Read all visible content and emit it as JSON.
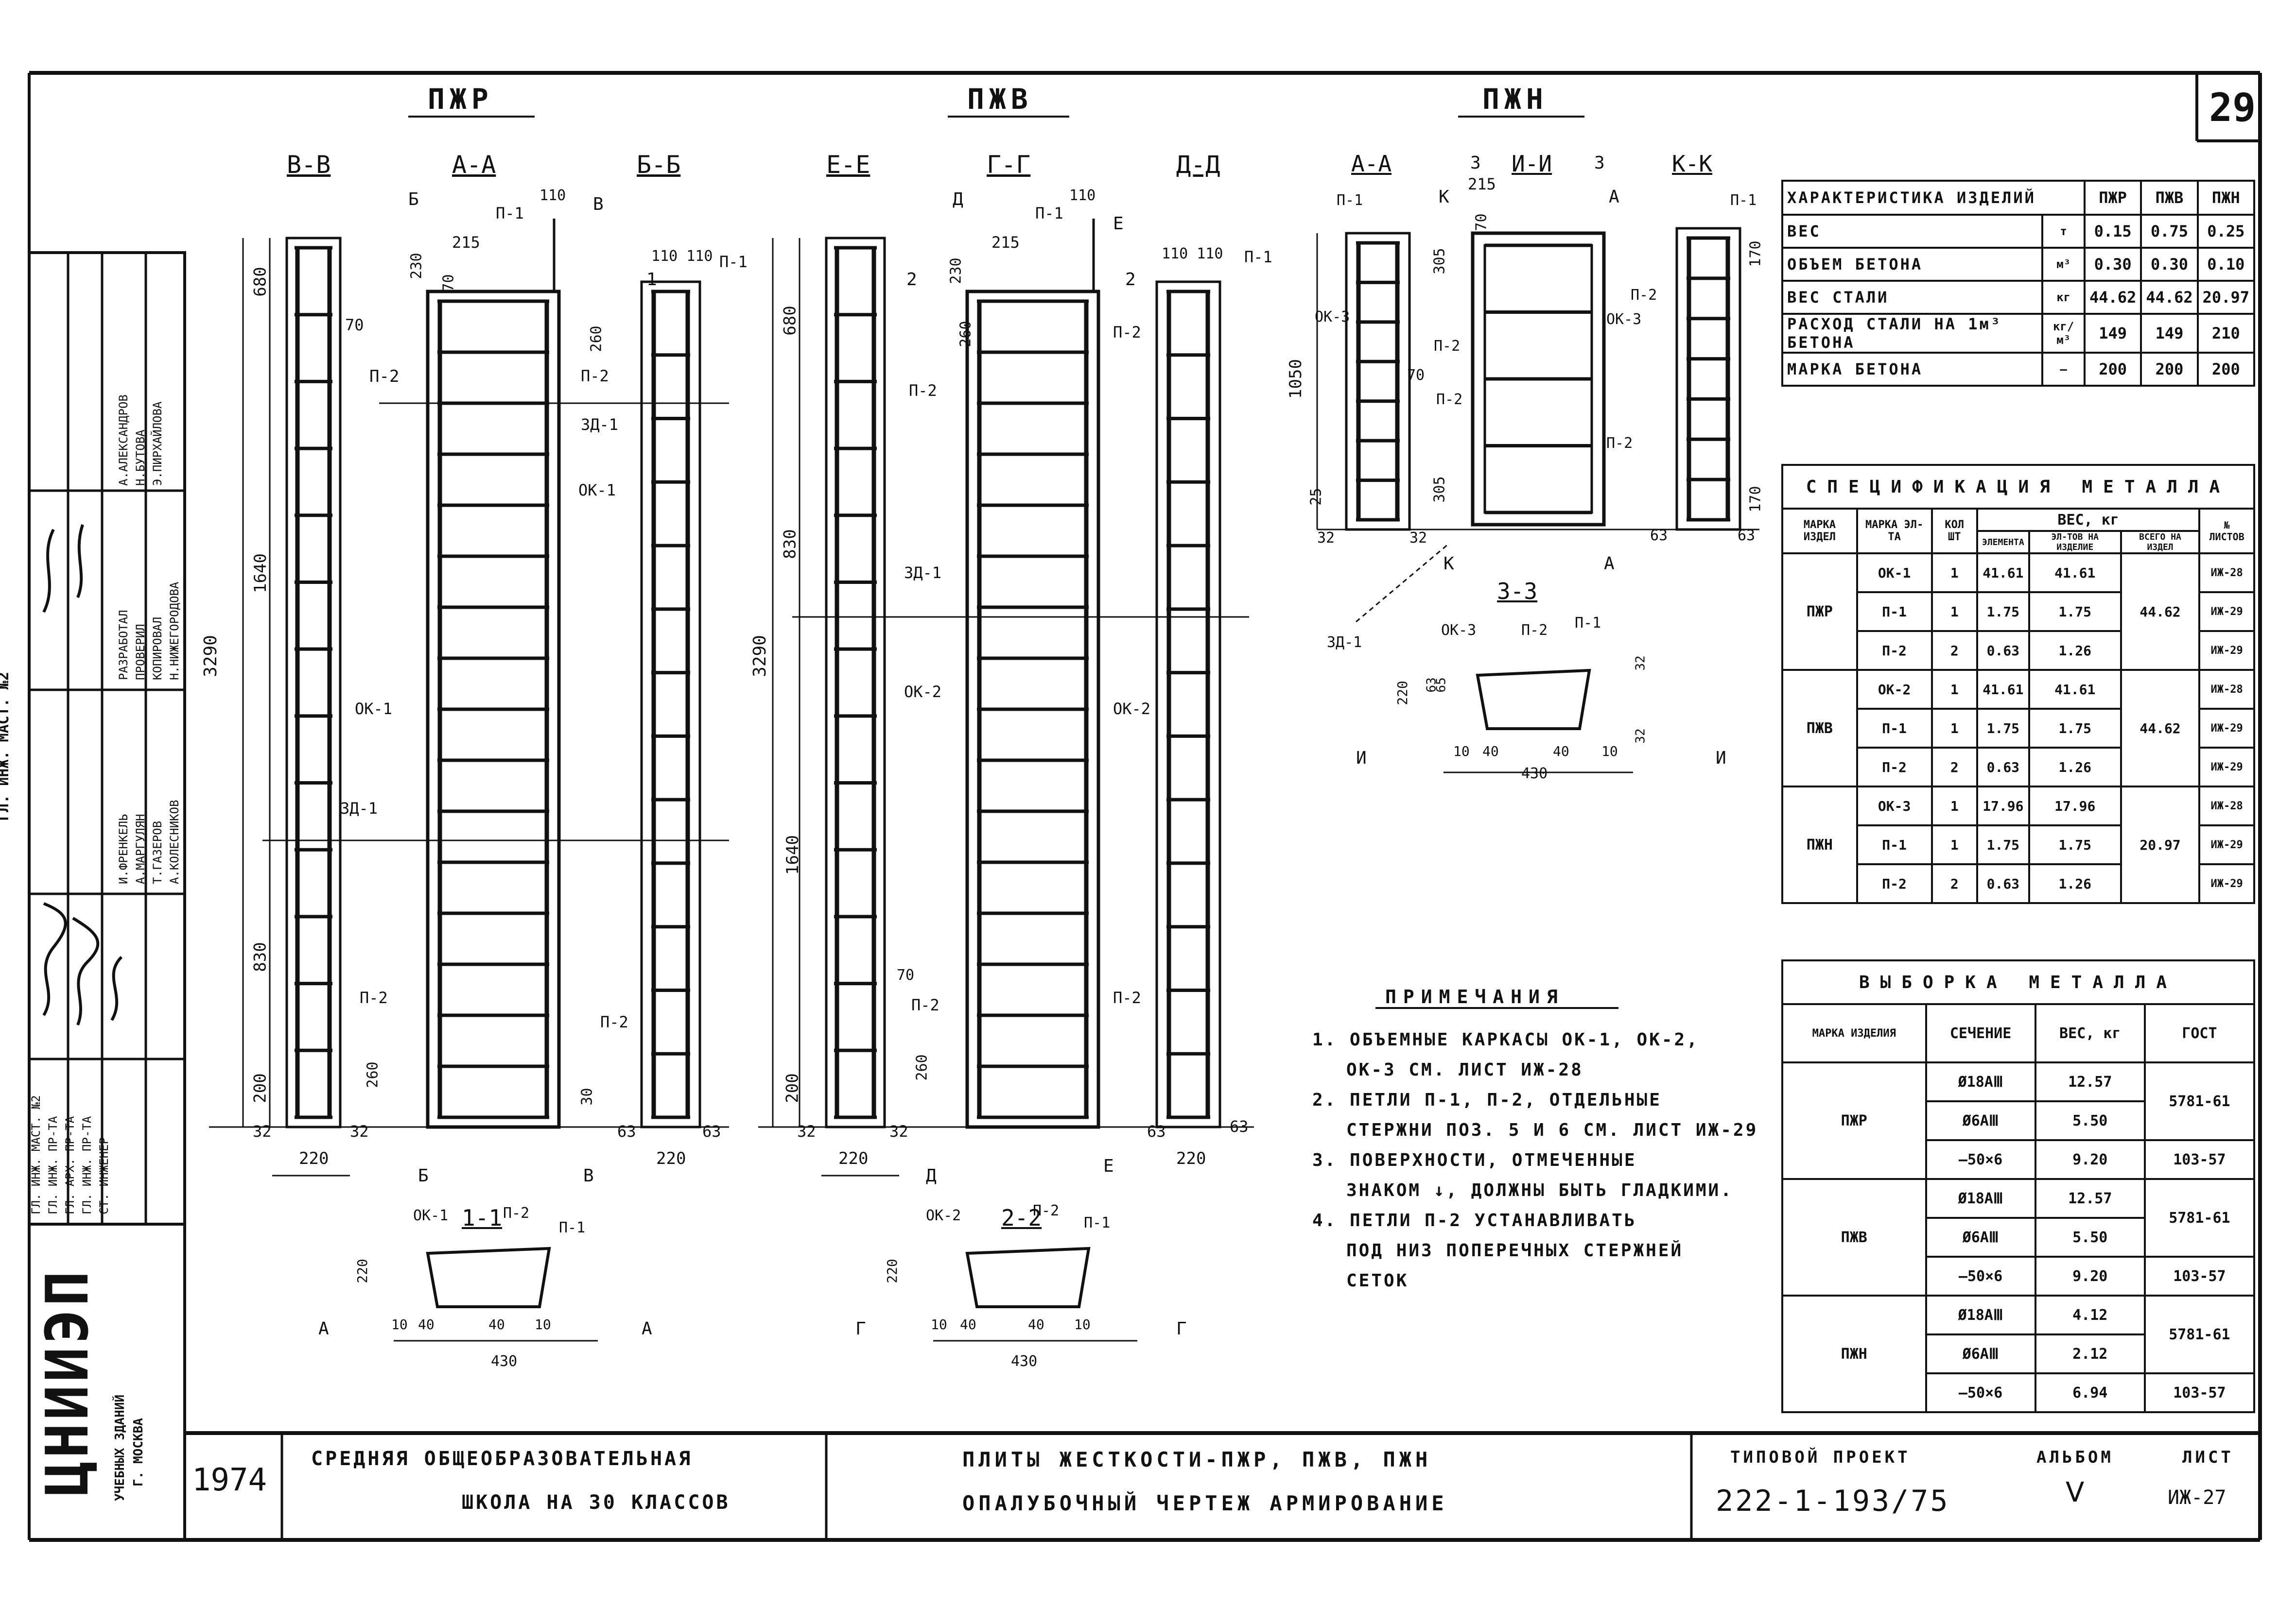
{
  "sheet": {
    "number": "29",
    "titles": {
      "pzhr": "ПЖР",
      "pzhv": "ПЖВ",
      "pzhn": "ПЖН"
    }
  },
  "sections": {
    "bb": "В-В",
    "aa": "А-А",
    "b2": "Б-Б",
    "ee": "Е-Е",
    "gg": "Г-Г",
    "dd": "Д-Д",
    "a2": "А-А",
    "ii": "И-И",
    "kk": "К-К",
    "s33": "3-3",
    "s11": "1-1",
    "s22": "2-2"
  },
  "labels": {
    "p1": "П-1",
    "p2": "П-2",
    "zd1": "ЗД-1",
    "ok1": "ОК-1",
    "ok2": "ОК-2",
    "ok3": "ОК-3",
    "b": "Б",
    "v": "В",
    "d": "Д",
    "e": "Е",
    "k": "К",
    "a": "А",
    "i": "И",
    "one": "1",
    "two": "2",
    "three": "3",
    "g": "Г"
  },
  "dims": {
    "d3290": "3290",
    "d680": "680",
    "d1640": "1640",
    "d830": "830",
    "d200": "200",
    "d220": "220",
    "d32": "32",
    "d63": "63",
    "d70": "70",
    "d110": "110",
    "d215": "215",
    "d230": "230",
    "d260": "260",
    "d30": "30",
    "d1050": "1050",
    "d305": "305",
    "d25": "25",
    "d170": "170",
    "d430": "430",
    "d10": "10",
    "d40": "40",
    "d65": "65"
  },
  "char_table": {
    "headers": [
      "ХАРАКТЕРИСТИКА ИЗДЕЛИЙ",
      "ПЖР",
      "ПЖВ",
      "ПЖН"
    ],
    "rows": [
      {
        "name": "ВЕС",
        "unit": "т",
        "v": [
          "0.15",
          "0.75",
          "0.25"
        ]
      },
      {
        "name": "ОБЪЕМ БЕТОНА",
        "unit": "м³",
        "v": [
          "0.30",
          "0.30",
          "0.10"
        ]
      },
      {
        "name": "ВЕС СТАЛИ",
        "unit": "кг",
        "v": [
          "44.62",
          "44.62",
          "20.97"
        ]
      },
      {
        "name": "РАСХОД СТАЛИ НА 1м³ БЕТОНА",
        "unit": "кг/м³",
        "v": [
          "149",
          "149",
          "210"
        ]
      },
      {
        "name": "МАРКА БЕТОНА",
        "unit": "—",
        "v": [
          "200",
          "200",
          "200"
        ]
      }
    ]
  },
  "spec_table": {
    "title": "СПЕЦИФИКАЦИЯ МЕТАЛЛА",
    "h": {
      "mark_item": "МАРКА ИЗДЕЛ",
      "mark_el": "МАРКА ЭЛ-ТА",
      "qty": "КОЛ ШТ",
      "weight": "ВЕС, кг",
      "w_el": "ЭЛЕМЕНТА",
      "w_all": "ЭЛ-ТОВ НА ИЗДЕЛИЕ",
      "w_total": "ВСЕГО НА ИЗДЕЛ",
      "sheet": "№ ЛИСТОВ"
    },
    "groups": [
      {
        "item": "ПЖР",
        "total": "44.62",
        "rows": [
          {
            "el": "ОК-1",
            "q": "1",
            "w1": "41.61",
            "w2": "41.61",
            "ref": "ИЖ-28"
          },
          {
            "el": "П-1",
            "q": "1",
            "w1": "1.75",
            "w2": "1.75",
            "ref": "ИЖ-29"
          },
          {
            "el": "П-2",
            "q": "2",
            "w1": "0.63",
            "w2": "1.26",
            "ref": "ИЖ-29"
          }
        ]
      },
      {
        "item": "ПЖВ",
        "total": "44.62",
        "rows": [
          {
            "el": "ОК-2",
            "q": "1",
            "w1": "41.61",
            "w2": "41.61",
            "ref": "ИЖ-28"
          },
          {
            "el": "П-1",
            "q": "1",
            "w1": "1.75",
            "w2": "1.75",
            "ref": "ИЖ-29"
          },
          {
            "el": "П-2",
            "q": "2",
            "w1": "0.63",
            "w2": "1.26",
            "ref": "ИЖ-29"
          }
        ]
      },
      {
        "item": "ПЖН",
        "total": "20.97",
        "rows": [
          {
            "el": "ОК-3",
            "q": "1",
            "w1": "17.96",
            "w2": "17.96",
            "ref": "ИЖ-28"
          },
          {
            "el": "П-1",
            "q": "1",
            "w1": "1.75",
            "w2": "1.75",
            "ref": "ИЖ-29"
          },
          {
            "el": "П-2",
            "q": "2",
            "w1": "0.63",
            "w2": "1.26",
            "ref": "ИЖ-29"
          }
        ]
      }
    ]
  },
  "selection_table": {
    "title": "ВЫБОРКА МЕТАЛЛА",
    "h": {
      "item": "МАРКА ИЗДЕЛИЯ",
      "section": "СЕЧЕНИЕ",
      "weight": "ВЕС, кг",
      "gost": "ГОСТ"
    },
    "groups": [
      {
        "item": "ПЖР",
        "rows": [
          {
            "s": "Ø18АⅢ",
            "w": "12.57",
            "g": "5781-61"
          },
          {
            "s": "Ø6АⅢ",
            "w": "5.50",
            "g": ""
          },
          {
            "s": "—50×6",
            "w": "9.20",
            "g": "103-57"
          }
        ]
      },
      {
        "item": "ПЖВ",
        "rows": [
          {
            "s": "Ø18АⅢ",
            "w": "12.57",
            "g": "5781-61"
          },
          {
            "s": "Ø6АⅢ",
            "w": "5.50",
            "g": ""
          },
          {
            "s": "—50×6",
            "w": "9.20",
            "g": "103-57"
          }
        ]
      },
      {
        "item": "ПЖН",
        "rows": [
          {
            "s": "Ø18АⅢ",
            "w": "4.12",
            "g": "5781-61"
          },
          {
            "s": "Ø6АⅢ",
            "w": "2.12",
            "g": ""
          },
          {
            "s": "—50×6",
            "w": "6.94",
            "g": "103-57"
          }
        ]
      }
    ]
  },
  "notes": {
    "title": "ПРИМЕЧАНИЯ",
    "n1a": "1. ОБЪЕМНЫЕ КАРКАСЫ ОК-1, ОК-2,",
    "n1b": "ОК-3 СМ. ЛИСТ ИЖ-28",
    "n2a": "2. ПЕТЛИ П-1, П-2, ОТДЕЛЬНЫЕ",
    "n2b": "СТЕРЖНИ ПОЗ. 5 И 6 СМ. ЛИСТ ИЖ-29",
    "n3a": "3. ПОВЕРХНОСТИ, ОТМЕЧЕННЫЕ",
    "n3b": "ЗНАКОМ ↓, ДОЛЖНЫ БЫТЬ ГЛАДКИМИ.",
    "n4a": "4. ПЕТЛИ П-2 УСТАНАВЛИВАТЬ",
    "n4b": "ПОД НИЗ ПОПЕРЕЧНЫХ СТЕРЖНЕЙ",
    "n4c": "СЕТОК"
  },
  "stamp": {
    "roles": [
      "РАЗРАБОТАЛ",
      "ПРОВЕРИЛ",
      "КОПИРОВАЛ"
    ],
    "people": [
      "А.АЛЕКСАНДРОВ",
      "Н.БУТОВА",
      "Э.ПИРХАЙЛОВА"
    ],
    "left_roles": [
      "ГЛ. ИНЖ. МАСТ. №2",
      "ГЛ. ИНЖ. ПР-ТА",
      "ГЛ. АРХ. ПР-ТА",
      "ГЛ. ИНЖ. ПР-ТА",
      "СТ. ИНЖЕНЕР"
    ],
    "left_people": [
      "И.ФРЕНКЕЛЬ",
      "А.МАРГУЛЯН",
      "Т.ГАЗЕРОВ",
      "А.КОЛЕСНИКОВ",
      "Н.НИЖЕГОРОДОВА"
    ],
    "org": "ЦНИИЭП",
    "org_sub1": "УЧЕБНЫХ ЗДАНИЙ",
    "org_sub2": "Г. МОСКВА",
    "year": "1974",
    "school1": "СРЕДНЯЯ ОБЩЕОБРАЗОВАТЕЛЬНАЯ",
    "school2": "ШКОЛА НА 30 КЛАССОВ",
    "plate1": "ПЛИТЫ ЖЕСТКОСТИ-ПЖР, ПЖВ, ПЖН",
    "plate2": "ОПАЛУБОЧНЫЙ ЧЕРТЕЖ  АРМИРОВАНИЕ",
    "proj_label": "ТИПОВОЙ ПРОЕКТ",
    "album_label": "АЛЬБОМ",
    "sheet_label": "ЛИСТ",
    "proj_no": "222-1-193/75",
    "album_no": "Ⅴ",
    "sheet_no": "ИЖ-27"
  }
}
